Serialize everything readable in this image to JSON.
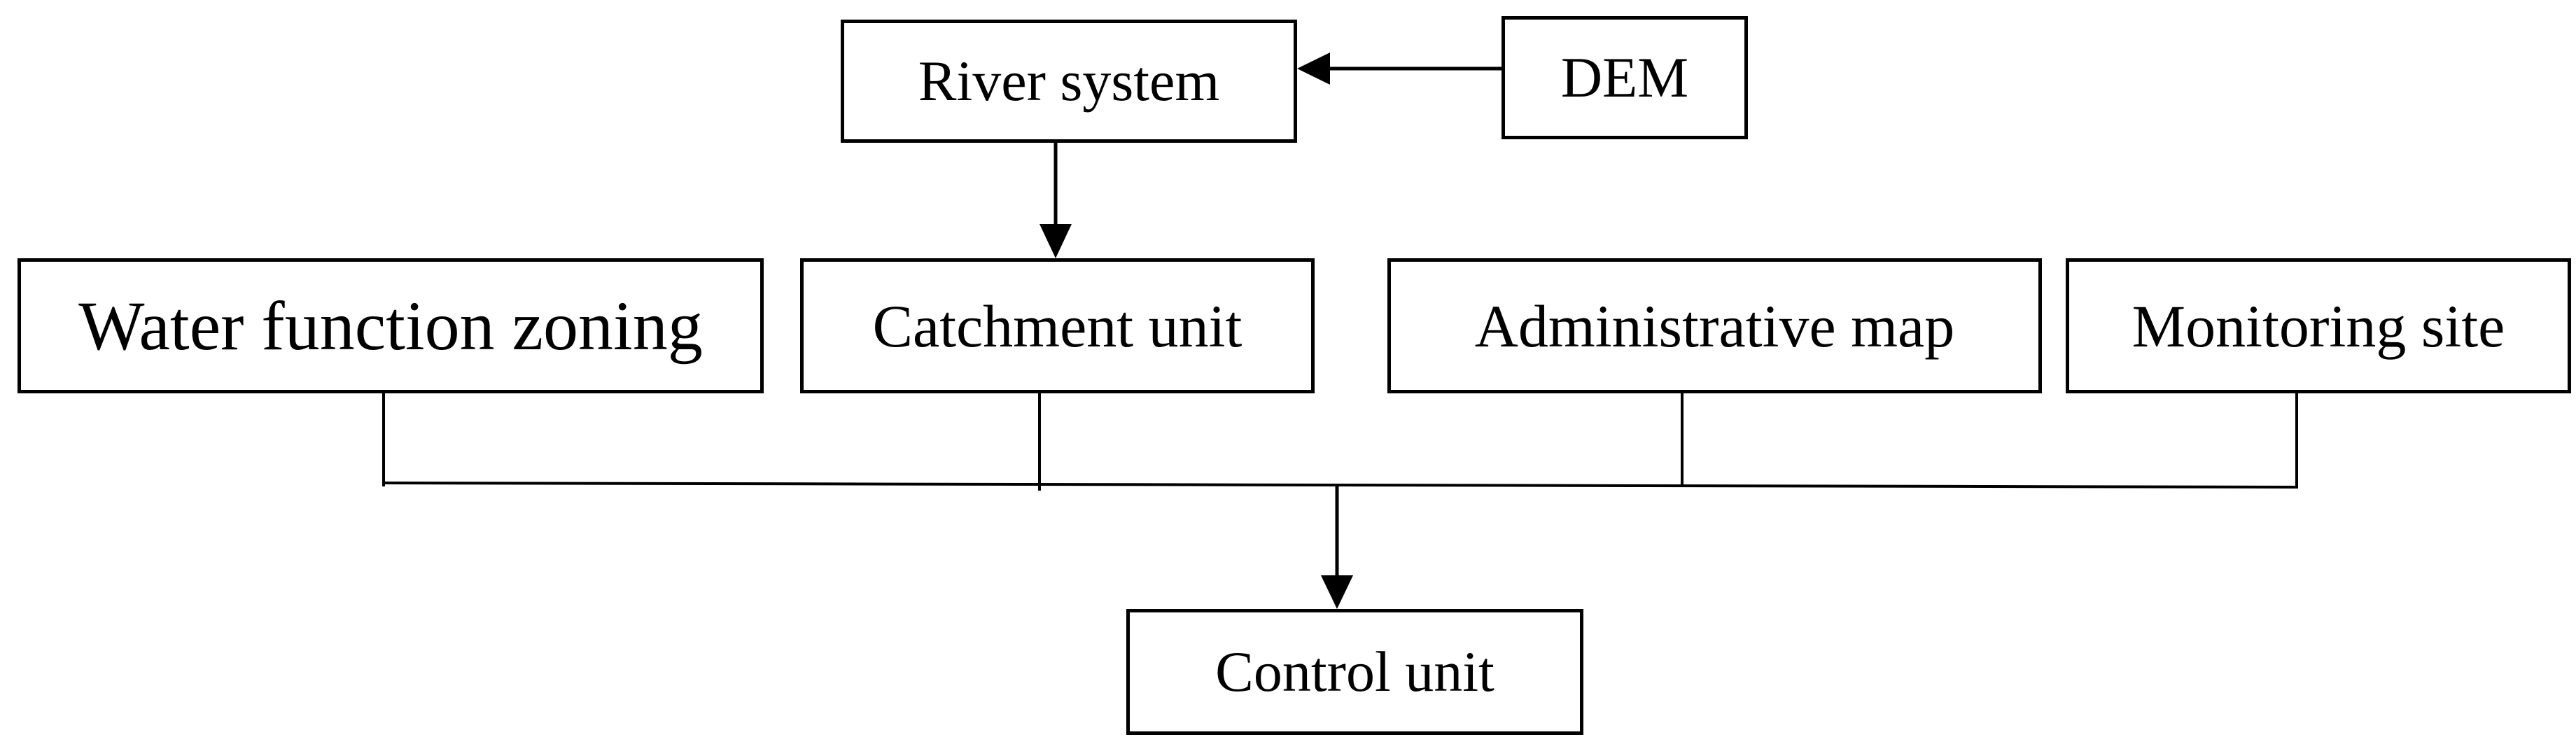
{
  "diagram": {
    "nodes": {
      "river_system": {
        "label": "River system"
      },
      "dem": {
        "label": "DEM"
      },
      "water_function_zoning": {
        "label": "Water function zoning"
      },
      "catchment_unit": {
        "label": "Catchment unit"
      },
      "administrative_map": {
        "label": "Administrative map"
      },
      "monitoring_site": {
        "label": "Monitoring site"
      },
      "control_unit": {
        "label": "Control unit"
      }
    },
    "edges": [
      {
        "from": "dem",
        "to": "river_system",
        "type": "arrow"
      },
      {
        "from": "river_system",
        "to": "catchment_unit",
        "type": "arrow"
      },
      {
        "from": "water_function_zoning",
        "to": "control_unit",
        "type": "merge-arrow"
      },
      {
        "from": "catchment_unit",
        "to": "control_unit",
        "type": "merge-arrow"
      },
      {
        "from": "administrative_map",
        "to": "control_unit",
        "type": "merge-arrow"
      },
      {
        "from": "monitoring_site",
        "to": "control_unit",
        "type": "merge-arrow"
      }
    ],
    "colors": {
      "line": "#000000",
      "box_border": "#000000",
      "background": "#ffffff",
      "text": "#000000"
    }
  }
}
